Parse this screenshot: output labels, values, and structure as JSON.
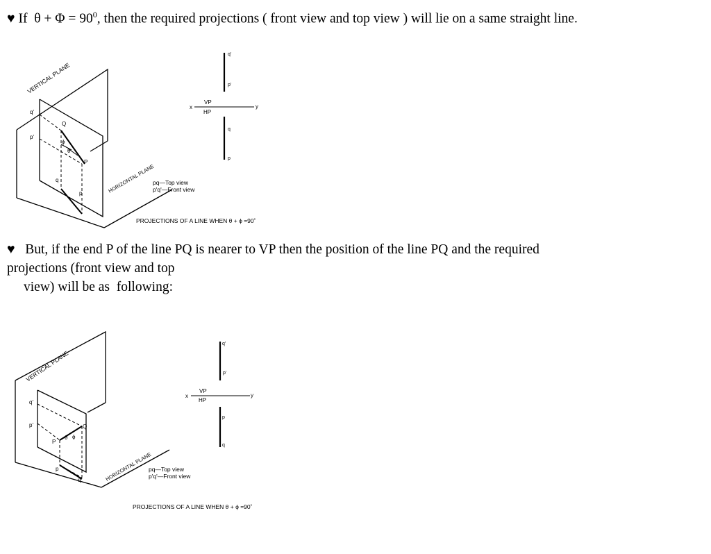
{
  "text": {
    "para1": {
      "bullet": "♥",
      "a": " If  θ + Φ = 90",
      "sup": "0",
      "b": ", then the required projections ( front view and top view ) will lie on a same straight line."
    },
    "para2": {
      "line1": "♥   But, if the end P of the line PQ is nearer to VP then the position of the line PQ and the required",
      "line2": "projections (front view and top",
      "line3": "view) will be as  following:"
    }
  },
  "figure1": {
    "vertical_plane": "VERTICAL PLANE",
    "horizontal_plane": "HORIZONTAL PLANE",
    "q_prime": "q'",
    "p_prime": "p'",
    "Q": "Q",
    "P": "P",
    "phi": "ϕ",
    "theta": "θ",
    "q": "q",
    "p": "p",
    "legend_top": "pq—Top  view",
    "legend_front": "p'q'—Front  view",
    "x": "x",
    "y": "y",
    "vp": "VP",
    "hp": "HP",
    "proj_q_prime": "q'",
    "proj_p_prime": "p'",
    "proj_q": "q",
    "proj_p": "p",
    "caption": "PROJECTIONS  OF  A  LINE  WHEN   θ + ϕ =90˚"
  },
  "figure2": {
    "vertical_plane": "VERTICAL PLANE",
    "horizontal_plane": "HORIZONTAL PLANE",
    "q_prime": "q'",
    "p_prime": "p'",
    "Q": "Q",
    "P": "P",
    "phi": "ϕ",
    "theta": "θ",
    "q": "q",
    "p": "p",
    "legend_top": "pq—Top  view",
    "legend_front": "p'q'—Front  view",
    "x": "x",
    "y": "y",
    "vp": "VP",
    "hp": "HP",
    "proj_q_prime": "q'",
    "proj_p_prime": "p'",
    "proj_p": "p",
    "proj_q": "q",
    "caption": "PROJECTIONS  OF  A  LINE  WHEN   θ + ϕ =90˚"
  }
}
